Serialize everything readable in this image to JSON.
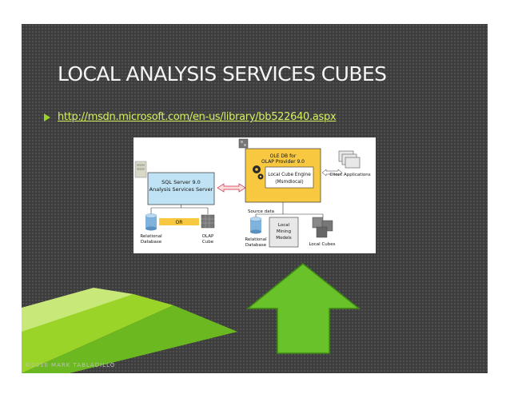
{
  "slide": {
    "title": "LOCAL ANALYSIS SERVICES CUBES",
    "link_url": "http://msdn.microsoft.com/en-us/library/bb522640.aspx",
    "copyright": "©2010 MARK TABLADILLO",
    "accent_color": "#9bd428",
    "arrow_color": "#6ac22a",
    "background_color": "#3d3d3d"
  },
  "diagram": {
    "sql_server_label": "SQL Server 9.0",
    "analysis_services_label": "Analysis Services Server",
    "ole_db_label": "OLE DB for",
    "olap_provider_label": "OLAP Provider 9.0",
    "local_cube_engine_label": "Local Cube Engine",
    "msmdlocal_label": "(Msmdlocal)",
    "client_applications_label": "Client Applications",
    "or_label": "OR",
    "relational_label": "Relational",
    "database_label": "Database",
    "olap_label": "OLAP",
    "cube_label": "Cube",
    "source_data_label": "Source data",
    "local_label": "Local",
    "mining_label": "Mining",
    "models_label": "Models",
    "local_cubes_label": "Local Cubes"
  }
}
